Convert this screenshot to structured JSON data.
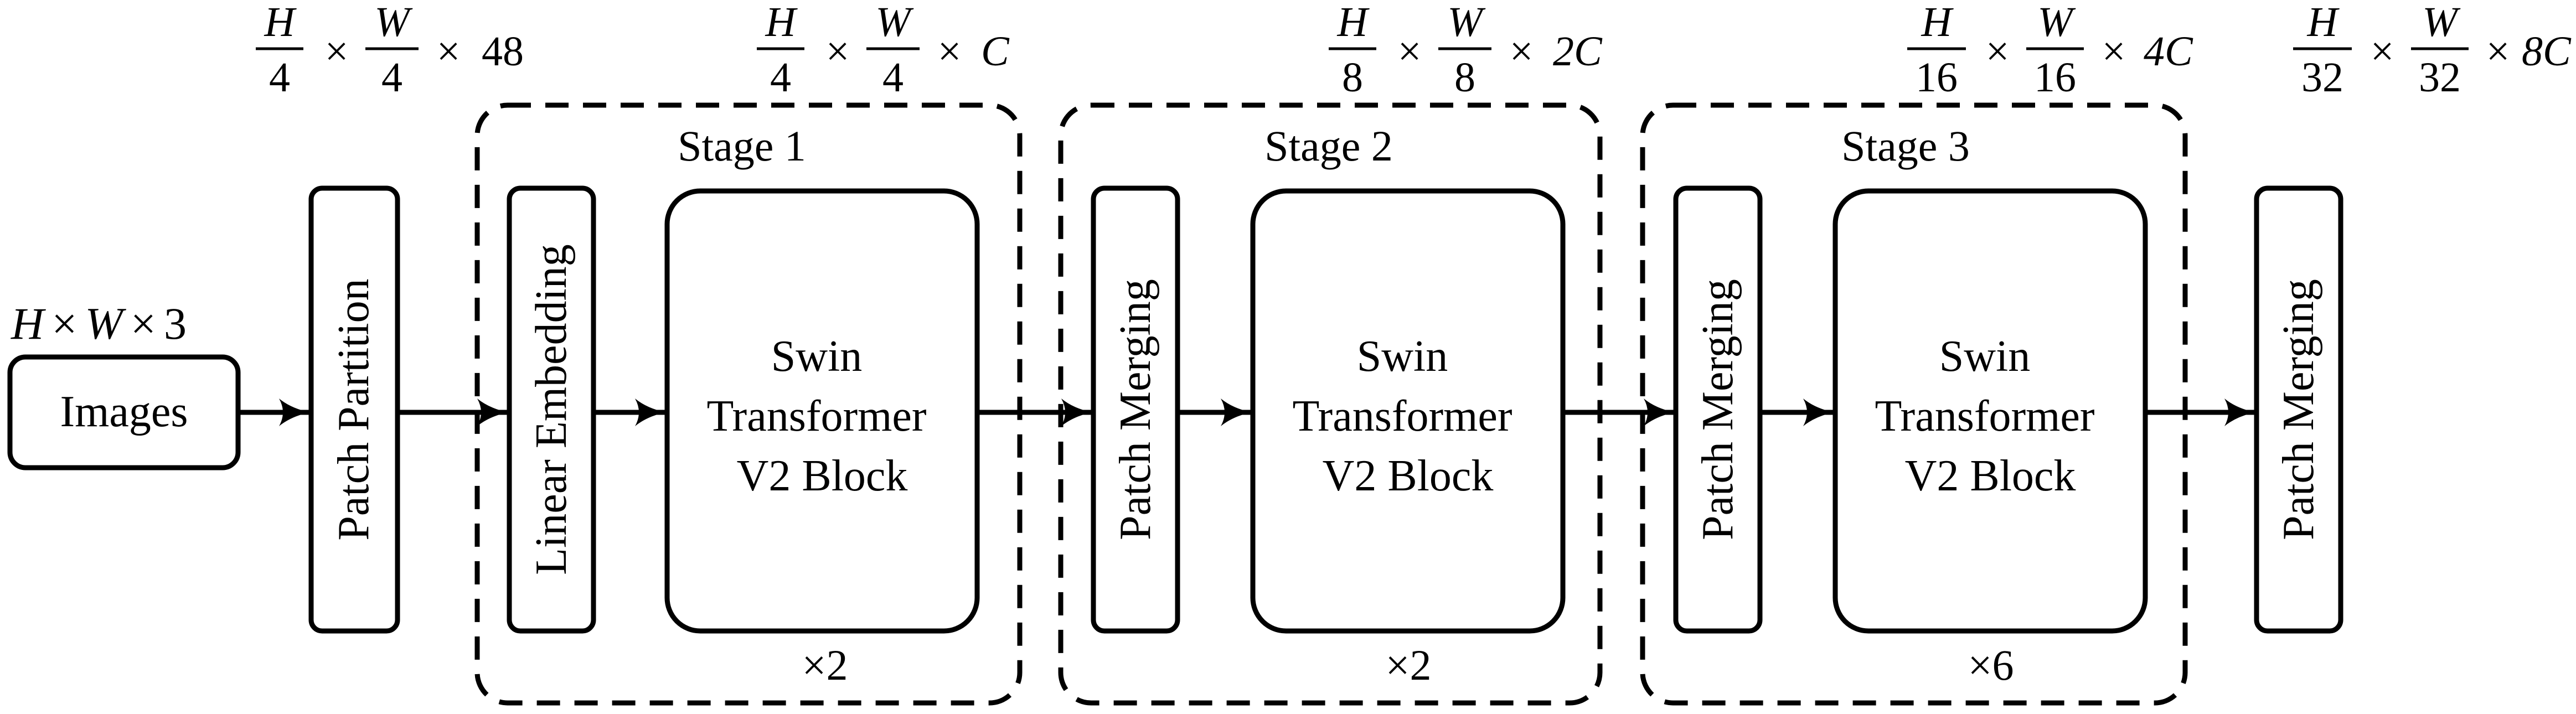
{
  "input": {
    "dims": {
      "a": "H",
      "op1": "×",
      "b": "W",
      "op2": "×",
      "c": "3"
    },
    "box_label": "Images"
  },
  "patch_partition": {
    "label": "Patch Partition",
    "dims": {
      "num1": "H",
      "den1": "4",
      "op1": "×",
      "num2": "W",
      "den2": "4",
      "op2": "×",
      "tail": "48"
    }
  },
  "stages": [
    {
      "title": "Stage 1",
      "first_block": "Linear Embedding",
      "block_lines": [
        "Swin",
        "Transformer",
        "V2 Block"
      ],
      "repeat": "×2",
      "dims": {
        "num1": "H",
        "den1": "4",
        "op1": "×",
        "num2": "W",
        "den2": "4",
        "op2": "×",
        "tail": "C"
      }
    },
    {
      "title": "Stage 2",
      "first_block": "Patch Merging",
      "block_lines": [
        "Swin",
        "Transformer",
        "V2 Block"
      ],
      "repeat": "×2",
      "dims": {
        "num1": "H",
        "den1": "8",
        "op1": "×",
        "num2": "W",
        "den2": "8",
        "op2": "×",
        "tail": "2C"
      }
    },
    {
      "title": "Stage 3",
      "first_block": "Patch Merging",
      "block_lines": [
        "Swin",
        "Transformer",
        "V2 Block"
      ],
      "repeat": "×6",
      "dims": {
        "num1": "H",
        "den1": "16",
        "op1": "×",
        "num2": "W",
        "den2": "16",
        "op2": "×",
        "tail": "4C"
      }
    }
  ],
  "final": {
    "label": "Patch Merging",
    "dims": {
      "num1": "H",
      "den1": "32",
      "op1": "×",
      "num2": "W",
      "den2": "32",
      "op2": "×",
      "tail": "8C"
    }
  }
}
